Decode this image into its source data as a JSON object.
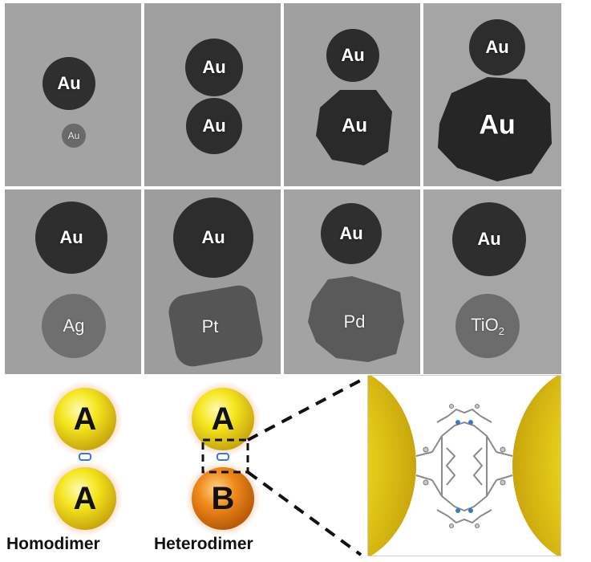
{
  "tem_grid": {
    "top_row": [
      {
        "particles": [
          {
            "label": "Au"
          },
          {
            "label": "Au"
          }
        ]
      },
      {
        "particles": [
          {
            "label": "Au"
          },
          {
            "label": "Au"
          }
        ]
      },
      {
        "particles": [
          {
            "label": "Au"
          },
          {
            "label": "Au"
          }
        ]
      },
      {
        "particles": [
          {
            "label": "Au"
          },
          {
            "label": "Au"
          }
        ]
      }
    ],
    "bottom_row": [
      {
        "particles": [
          {
            "label": "Au"
          },
          {
            "label": "Ag"
          }
        ]
      },
      {
        "particles": [
          {
            "label": "Au"
          },
          {
            "label": "Pt"
          }
        ]
      },
      {
        "particles": [
          {
            "label": "Au"
          },
          {
            "label": "Pd"
          }
        ]
      },
      {
        "particles": [
          {
            "label": "Au"
          },
          {
            "label": "TiO",
            "subscript": "2"
          }
        ]
      }
    ]
  },
  "schematic": {
    "homodimer": {
      "top": "A",
      "bottom": "A",
      "caption": "Homodimer"
    },
    "heterodimer": {
      "top": "A",
      "bottom": "B",
      "caption": "Heterodimer"
    }
  },
  "colors": {
    "gold_sphere": "#f2e21a",
    "orange_sphere": "#f08a1a",
    "tem_background": "#9a9a9a",
    "particle_dark": "#2c2c2c",
    "linker_blue": "#3a78c8"
  }
}
